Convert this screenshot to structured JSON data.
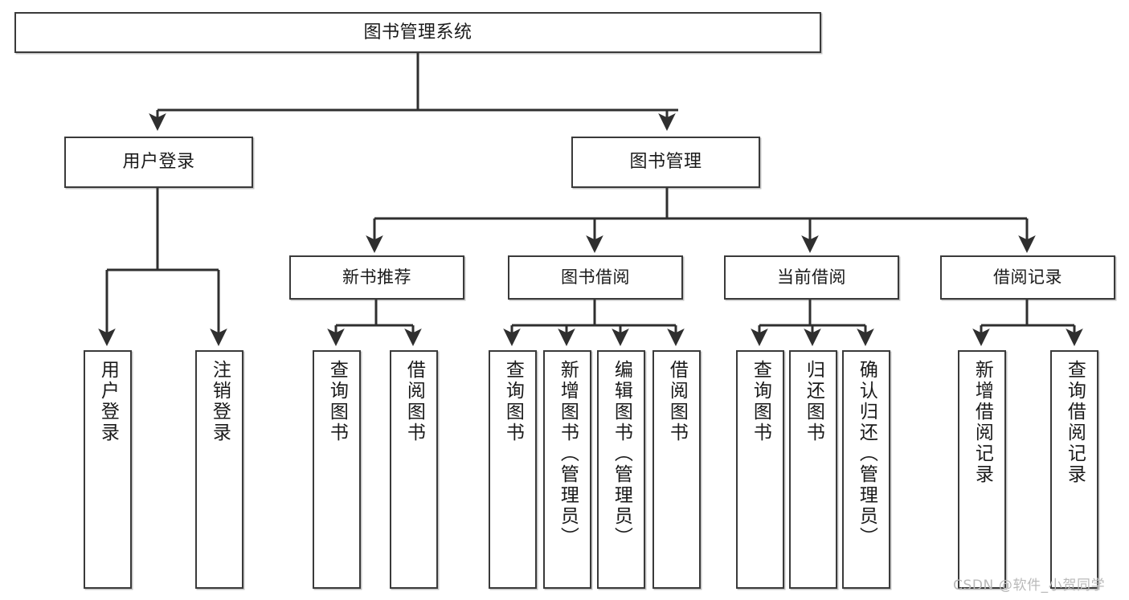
{
  "diagram": {
    "title": "图书管理系统",
    "type": "tree-hierarchy",
    "root": {
      "id": "root",
      "label": "图书管理系统"
    },
    "level2": [
      {
        "id": "user-login",
        "label": "用户登录"
      },
      {
        "id": "book-management",
        "label": "图书管理"
      }
    ],
    "level3": [
      {
        "id": "new-book-recommend",
        "label": "新书推荐",
        "parent": "book-management"
      },
      {
        "id": "book-borrow",
        "label": "图书借阅",
        "parent": "book-management"
      },
      {
        "id": "current-borrow",
        "label": "当前借阅",
        "parent": "book-management"
      },
      {
        "id": "borrow-record",
        "label": "借阅记录",
        "parent": "book-management"
      }
    ],
    "leaves": {
      "user_login": [
        {
          "id": "leaf-user-login",
          "label": "用户登录"
        },
        {
          "id": "leaf-user-logout",
          "label": "注销登录"
        }
      ],
      "new_book_recommend": [
        {
          "id": "leaf-query-book-1",
          "label": "查询图书"
        },
        {
          "id": "leaf-borrow-book-1",
          "label": "借阅图书"
        }
      ],
      "book_borrow": [
        {
          "id": "leaf-query-book-2",
          "label": "查询图书"
        },
        {
          "id": "leaf-add-book",
          "label": "新增图书（管理员）"
        },
        {
          "id": "leaf-edit-book",
          "label": "编辑图书（管理员）"
        },
        {
          "id": "leaf-borrow-book-2",
          "label": "借阅图书"
        }
      ],
      "current_borrow": [
        {
          "id": "leaf-query-book-3",
          "label": "查询图书"
        },
        {
          "id": "leaf-return-book",
          "label": "归还图书"
        },
        {
          "id": "leaf-confirm-return",
          "label": "确认归还（管理员）"
        }
      ],
      "borrow_record": [
        {
          "id": "leaf-add-record",
          "label": "新增借阅记录"
        },
        {
          "id": "leaf-query-record",
          "label": "查询借阅记录"
        }
      ]
    }
  },
  "watermark": {
    "text": "CSDN @软件_小贺同学"
  },
  "colors": {
    "stroke": "#3a3a3a",
    "box_fill": "#ffffff",
    "text": "#1a1a1a",
    "watermark": "#b9b9b9",
    "background": "#ffffff"
  }
}
